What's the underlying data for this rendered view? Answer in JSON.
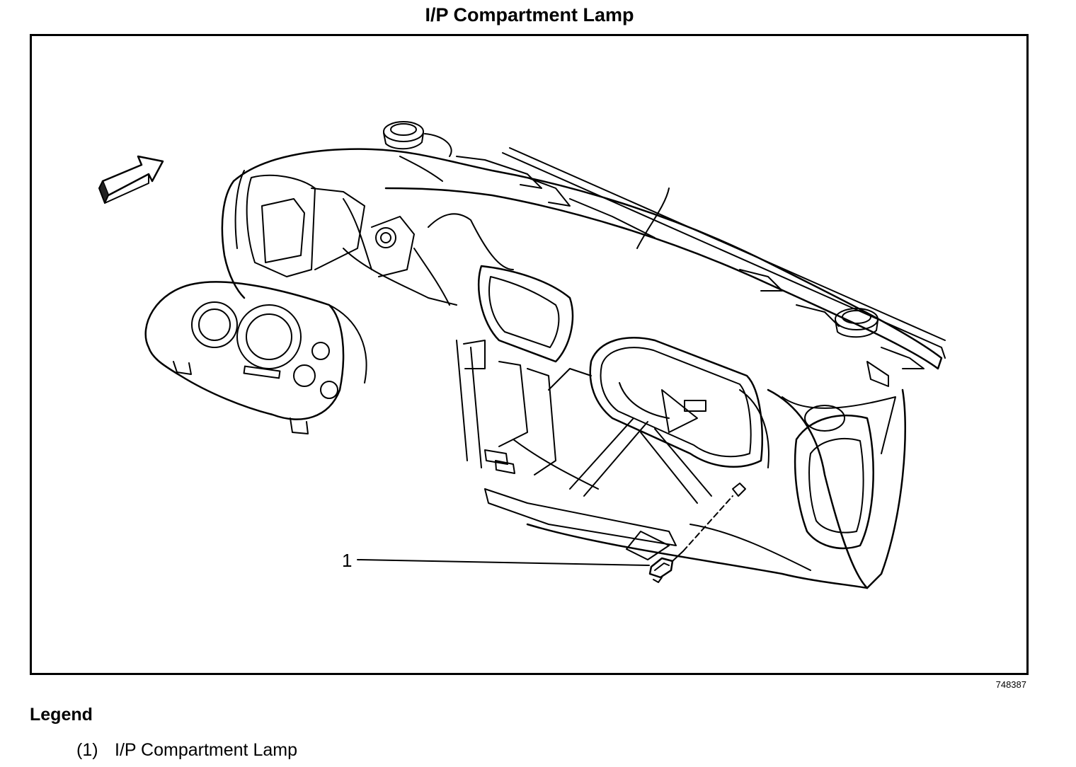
{
  "title": "I/P Compartment Lamp",
  "figure_number": "748387",
  "callouts": [
    {
      "label": "1"
    }
  ],
  "legend": {
    "heading": "Legend",
    "items": [
      {
        "number": "(1)",
        "text": "I/P Compartment Lamp"
      }
    ]
  },
  "illustration": {
    "subject": "instrument panel assembly with cluster and compartment lamp",
    "line_color": "#000000",
    "background_color": "#ffffff"
  }
}
